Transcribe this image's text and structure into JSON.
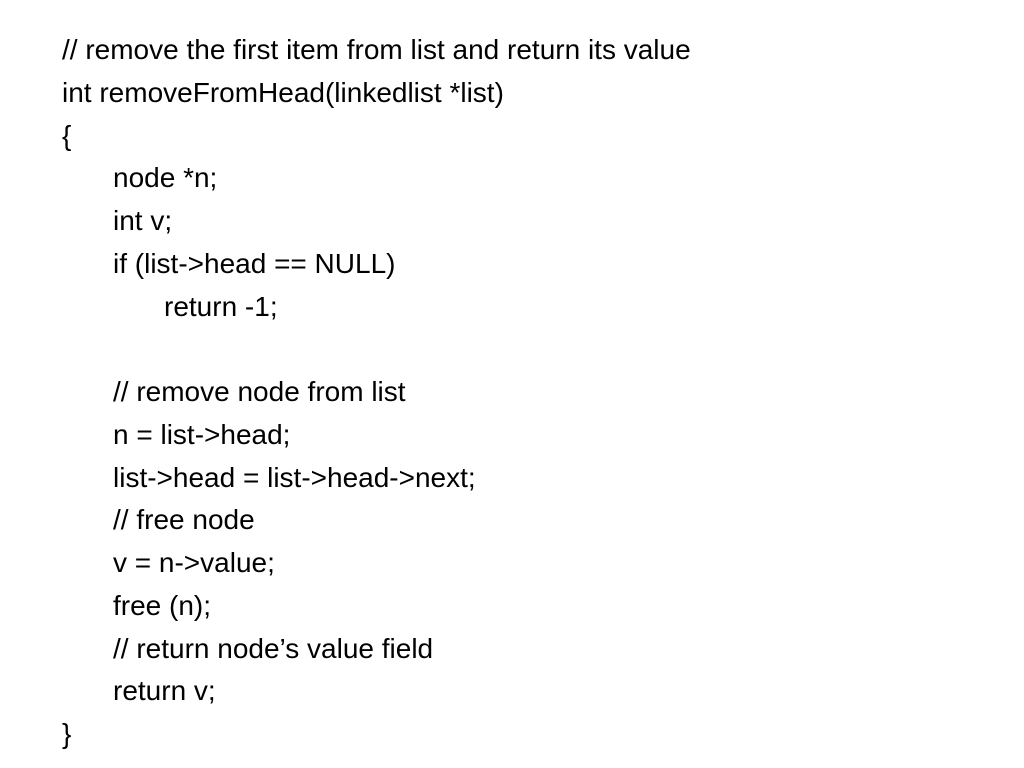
{
  "code": {
    "lines": [
      {
        "text": "// remove the first item from list and return its value",
        "indent": 0
      },
      {
        "text": "int removeFromHead(linkedlist *list)",
        "indent": 0
      },
      {
        "text": "{",
        "indent": 0
      },
      {
        "text": "node *n;",
        "indent": 1
      },
      {
        "text": "int v;",
        "indent": 1
      },
      {
        "text": "if (list->head == NULL)",
        "indent": 1
      },
      {
        "text": "return -1;",
        "indent": 2
      },
      {
        "text": "",
        "indent": 1
      },
      {
        "text": "// remove node from list",
        "indent": 1
      },
      {
        "text": "n = list->head;",
        "indent": 1
      },
      {
        "text": "list->head = list->head->next;",
        "indent": 1
      },
      {
        "text": "// free node",
        "indent": 1
      },
      {
        "text": "v = n->value;",
        "indent": 1
      },
      {
        "text": "free (n);",
        "indent": 1
      },
      {
        "text": "// return node’s value field",
        "indent": 1
      },
      {
        "text": "return v;",
        "indent": 1
      },
      {
        "text": "}",
        "indent": 0
      }
    ]
  }
}
